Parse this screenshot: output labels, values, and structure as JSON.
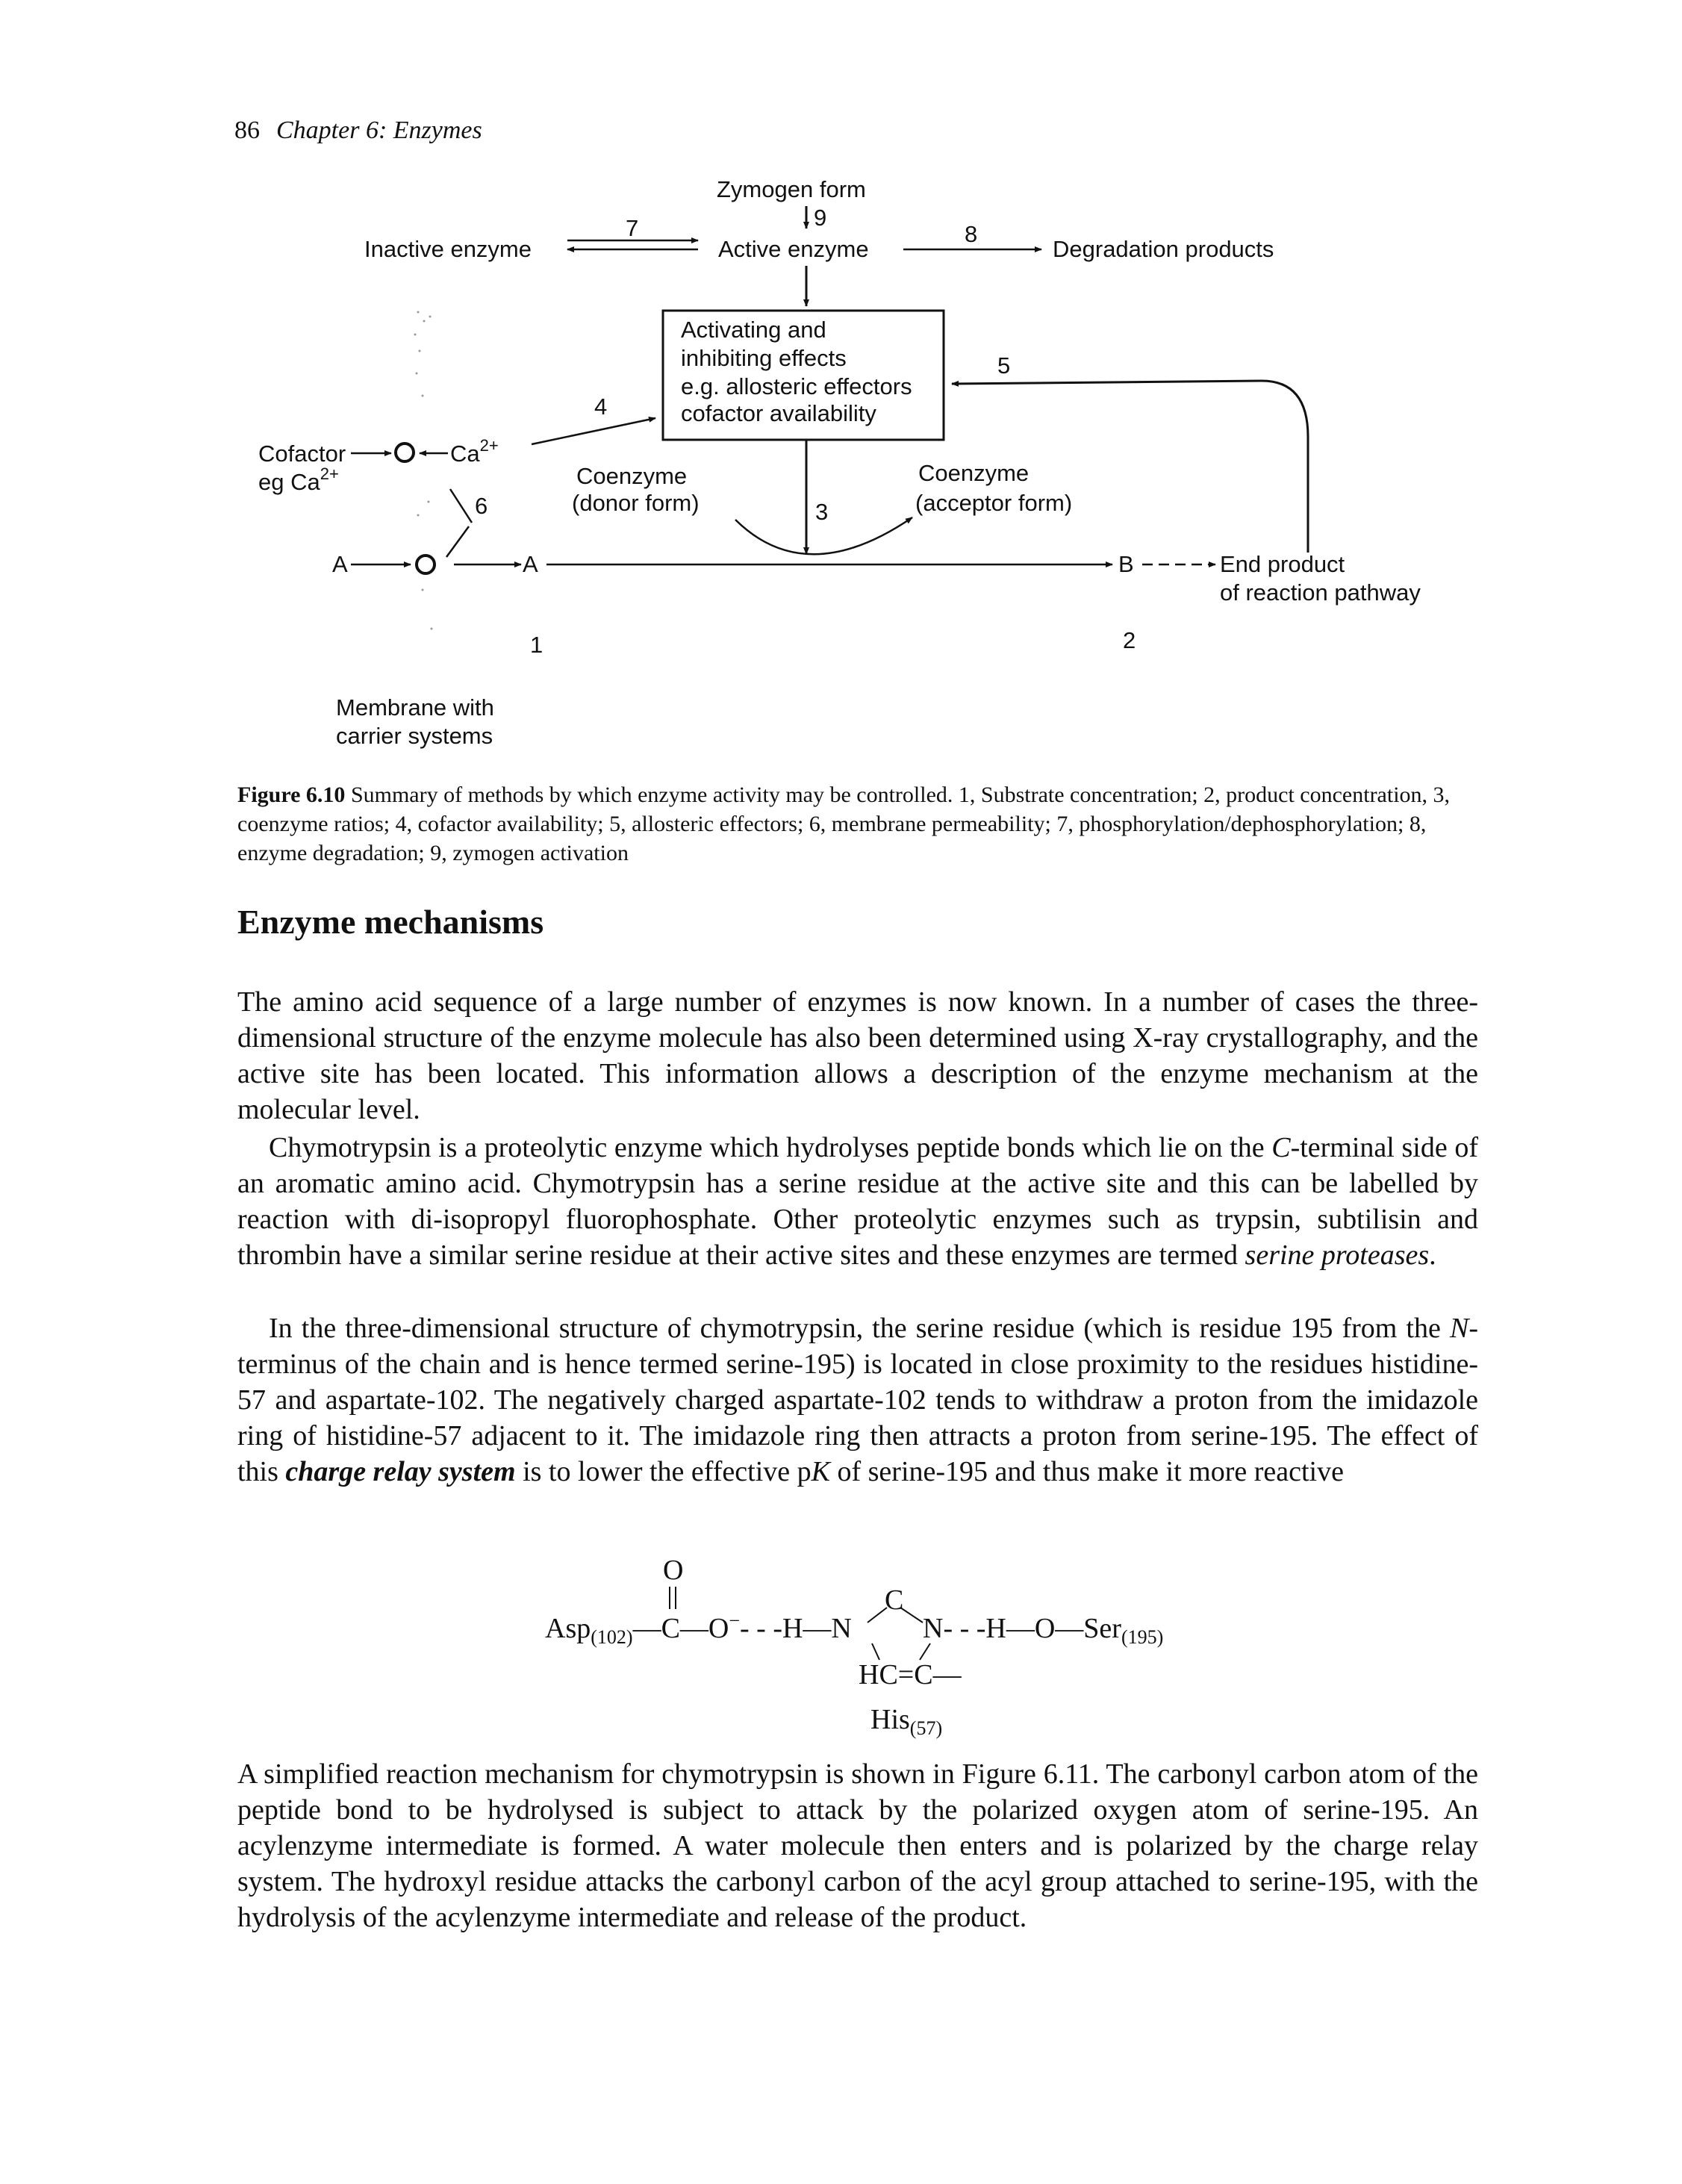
{
  "header": {
    "page_number": "86",
    "chapter": "Chapter 6: Enzymes"
  },
  "figure": {
    "zymogen_form": "Zymogen form",
    "num_9": "9",
    "inactive_enzyme": "Inactive enzyme",
    "num_7": "7",
    "active_enzyme": "Active enzyme",
    "num_8": "8",
    "degradation_products": "Degradation products",
    "box_lines": [
      "Activating and",
      "inhibiting effects",
      "e.g. allosteric effectors",
      "cofactor availability"
    ],
    "num_5": "5",
    "num_4": "4",
    "cofactor": "Cofactor",
    "eg_ca": "eg Ca",
    "ca": "Ca",
    "charge": "2+",
    "num_6": "6",
    "coenzyme_donor": [
      "Coenzyme",
      "(donor form)"
    ],
    "coenzyme_acceptor": [
      "Coenzyme",
      "(acceptor form)"
    ],
    "num_3": "3",
    "a_left": "A",
    "a_right": "A",
    "b": "B",
    "end_product": [
      "End product",
      "of reaction pathway"
    ],
    "num_1": "1",
    "num_2": "2",
    "membrane": [
      "Membrane with",
      "carrier systems"
    ]
  },
  "caption": {
    "label": "Figure 6.10",
    "text": " Summary of methods by which enzyme activity may be controlled. 1, Substrate concentration; 2, product concentration, 3, coenzyme ratios; 4, cofactor availability; 5, allosteric effectors; 6, membrane permeability; 7, phosphorylation/dephosphorylation; 8, enzyme degradation; 9, zymogen activation"
  },
  "section_title": "Enzyme mechanisms",
  "paragraphs": {
    "p1": "The amino acid sequence of a large number of enzymes is now known. In a number of cases the three-dimensional structure of the enzyme molecule has also been determined using X-ray crystallography, and the active site has been located. This information allows a description of the enzyme mechanism at the molecular level.",
    "p2_a": "Chymotrypsin is a proteolytic enzyme which hydrolyses peptide bonds which lie on the ",
    "p2_c": "C",
    "p2_b": "-terminal side of an aromatic amino acid. Chymotrypsin has a serine residue at the active site and this can be labelled by reaction with di-isopropyl fluorophosphate. Other proteolytic enzymes such as trypsin, subtilisin and thrombin have a similar serine residue at their active sites and these enzymes are termed ",
    "p2_term": "serine proteases",
    "p2_end": ".",
    "p3_a": "In the three-dimensional structure of chymotrypsin, the serine residue (which is residue 195 from the ",
    "p3_n": "N",
    "p3_b": "-terminus of the chain and is hence termed serine-195) is located in close proximity to the residues histidine-57 and aspartate-102. The negatively charged aspartate-102 tends to withdraw a proton from the imidazole ring of histidine-57 adjacent to it. The imidazole ring then attracts a proton from serine-195. The effect of this ",
    "p3_term": "charge relay system",
    "p3_c": " is to lower the effective p",
    "p3_k": "K",
    "p3_d": " of serine-195 and thus make it more reactive",
    "p4": "A simplified reaction mechanism for chymotrypsin is shown in Figure 6.11. The carbonyl carbon atom of the peptide bond to be hydrolysed is subject to attack by the polarized oxygen atom of serine-195. An acylenzyme intermediate is formed. A water molecule then enters and is polarized by the charge relay system. The hydroxyl residue attacks the carbonyl carbon of the acyl group attached to serine-195, with the hydrolysis of the acylenzyme intermediate and release of the product."
  },
  "chem": {
    "o_top": "O",
    "asp": "Asp",
    "asp_sub": "(102)",
    "c_mid": "—C—O",
    "minus": "−",
    "dots_h_n": "- - -H—N",
    "c_top": "C",
    "n_right": "N- - -H—O—Ser",
    "ser_sub": "(195)",
    "hc_c": "HC=C—",
    "his": "His",
    "his_sub": "(57)"
  }
}
